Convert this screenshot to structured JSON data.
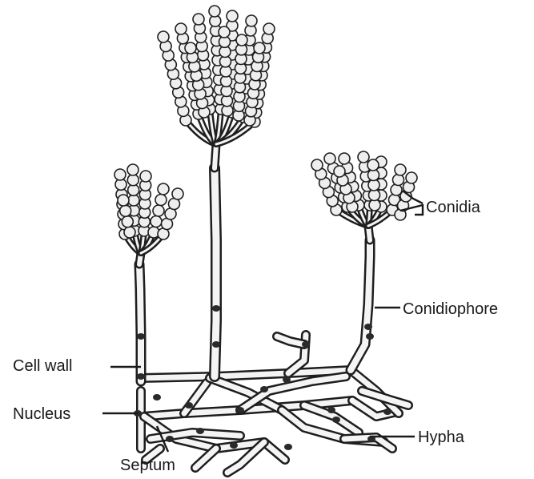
{
  "labels": {
    "conidia": "Conidia",
    "conidiophore": "Conidiophore",
    "cell_wall": "Cell wall",
    "nucleus": "Nucleus",
    "hypha": "Hypha",
    "septum": "Septum"
  },
  "colors": {
    "ink": "#1e1e1e",
    "fill": "#f4f4f4",
    "background": "#ffffff"
  }
}
